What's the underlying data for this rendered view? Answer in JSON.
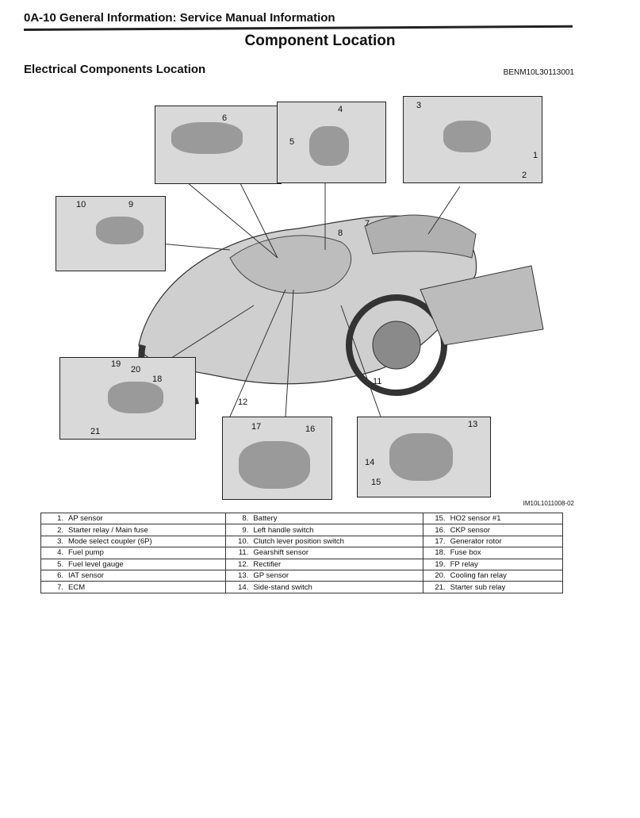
{
  "header": {
    "page_section": "0A-10 General Information: Service Manual Information"
  },
  "title": "Component Location",
  "section": {
    "title": "Electrical Components Location",
    "code": "BENM10L30113001"
  },
  "figure": {
    "code": "IM10L1011008-02",
    "callouts": [
      "1",
      "2",
      "3",
      "4",
      "5",
      "6",
      "7",
      "8",
      "9",
      "10",
      "11",
      "12",
      "13",
      "14",
      "15",
      "16",
      "17",
      "18",
      "19",
      "20",
      "21"
    ]
  },
  "legend": {
    "columns": [
      [
        {
          "num": "1.",
          "label": "AP sensor"
        },
        {
          "num": "2.",
          "label": "Starter relay / Main fuse"
        },
        {
          "num": "3.",
          "label": "Mode select coupler (6P)"
        },
        {
          "num": "4.",
          "label": "Fuel pump"
        },
        {
          "num": "5.",
          "label": "Fuel level gauge"
        },
        {
          "num": "6.",
          "label": "IAT sensor"
        },
        {
          "num": "7.",
          "label": "ECM"
        }
      ],
      [
        {
          "num": "8.",
          "label": "Battery"
        },
        {
          "num": "9.",
          "label": "Left handle switch"
        },
        {
          "num": "10.",
          "label": "Clutch lever position switch"
        },
        {
          "num": "11.",
          "label": "Gearshift sensor"
        },
        {
          "num": "12.",
          "label": "Rectifier"
        },
        {
          "num": "13.",
          "label": "GP sensor"
        },
        {
          "num": "14.",
          "label": "Side-stand switch"
        }
      ],
      [
        {
          "num": "15.",
          "label": "HO2 sensor #1"
        },
        {
          "num": "16.",
          "label": "CKP sensor"
        },
        {
          "num": "17.",
          "label": "Generator rotor"
        },
        {
          "num": "18.",
          "label": "Fuse box"
        },
        {
          "num": "19.",
          "label": "FP relay"
        },
        {
          "num": "20.",
          "label": "Cooling fan relay"
        },
        {
          "num": "21.",
          "label": "Starter sub relay"
        }
      ]
    ]
  }
}
